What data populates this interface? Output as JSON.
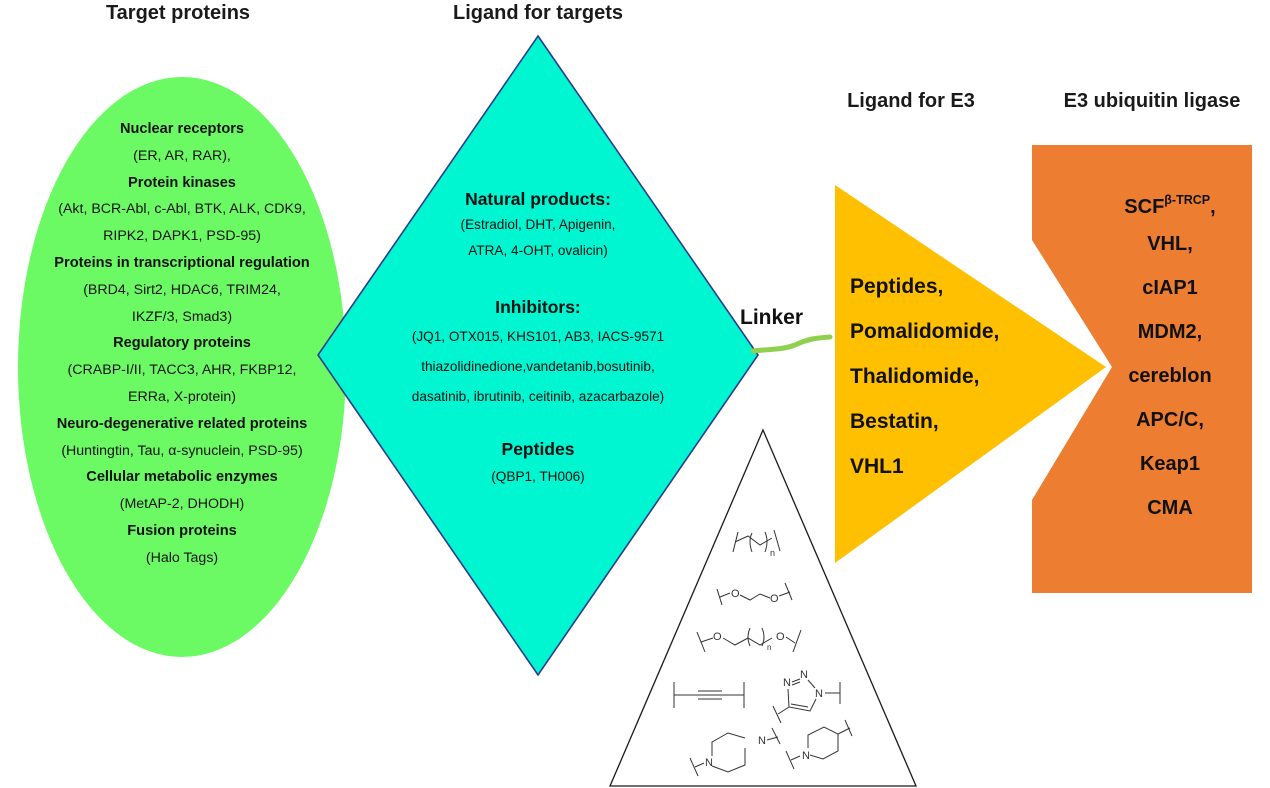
{
  "headings": {
    "target_proteins": "Target proteins",
    "ligand_for_targets": "Ligand for targets",
    "ligand_for_e3": "Ligand for E3",
    "e3_ligase": "E3 ubiquitin ligase",
    "linker": "Linker"
  },
  "colors": {
    "target_fill": "#6cfa64",
    "ligand_fill": "#00f5d1",
    "ligand_outline": "#2e3b8c",
    "e3_ligand_fill": "#fec000",
    "e3_fill": "#ed7d31",
    "linker_line": "#8fd14f"
  },
  "target_proteins": [
    {
      "text": "Nuclear receptors",
      "bold": true
    },
    {
      "text": "(ER, AR, RAR),",
      "bold": false
    },
    {
      "text": "Protein kinases",
      "bold": true
    },
    {
      "text": "(Akt, BCR-Abl, c-Abl, BTK, ALK, CDK9,",
      "bold": false
    },
    {
      "text": "RIPK2, DAPK1, PSD-95)",
      "bold": false
    },
    {
      "text": "Proteins in transcriptional regulation",
      "bold": true
    },
    {
      "text": "(BRD4, Sirt2, HDAC6, TRIM24,",
      "bold": false
    },
    {
      "text": "IKZF/3,  Smad3)",
      "bold": false
    },
    {
      "text": "Regulatory proteins",
      "bold": true
    },
    {
      "text": "(CRABP-I/II, TACC3, AHR, FKBP12,",
      "bold": false
    },
    {
      "text": "ERRa, X-protein)",
      "bold": false
    },
    {
      "text": "Neuro-degenerative related proteins",
      "bold": true
    },
    {
      "text": "(Huntingtin, Tau, α-synuclein, PSD-95)",
      "bold": false
    },
    {
      "text": "Cellular metabolic enzymes",
      "bold": true
    },
    {
      "text": "(MetAP-2, DHODH)",
      "bold": false
    },
    {
      "text": "Fusion proteins",
      "bold": true
    },
    {
      "text": "(Halo Tags)",
      "bold": false
    }
  ],
  "ligand_for_targets": {
    "natural_products": {
      "title": "Natural products:",
      "lines": [
        "(Estradiol, DHT, Apigenin,",
        "ATRA, 4-OHT, ovalicin)"
      ]
    },
    "inhibitors": {
      "title": "Inhibitors:",
      "lines": [
        "(JQ1, OTX015, KHS101, AB3, IACS-9571",
        "thiazolidinedione,vandetanib,bosutinib,",
        "dasatinib, ibrutinib, ceitinib, azacarbazole)"
      ]
    },
    "peptides": {
      "title": "Peptides",
      "lines": [
        "(QBP1, TH006)"
      ]
    }
  },
  "ligand_for_e3": [
    "Peptides,",
    "Pomalidomide,",
    "Thalidomide,",
    "Bestatin,",
    "VHL1"
  ],
  "e3_ligases": {
    "scf": {
      "base": "SCF",
      "superscript": "β-TRCP",
      "suffix": ","
    },
    "others": [
      "VHL,",
      "cIAP1",
      "MDM2,",
      "cereblon",
      "APC/C,",
      "Keap1",
      "CMA"
    ]
  },
  "linker_structures": {
    "items": [
      "alkyl-chain",
      "peg-ethylene-glycol",
      "alkoxy-chain",
      "alkyne",
      "triazole",
      "piperazine",
      "piperidine"
    ],
    "labels": {
      "n": "n",
      "o": "O",
      "n_atom": "N"
    }
  }
}
